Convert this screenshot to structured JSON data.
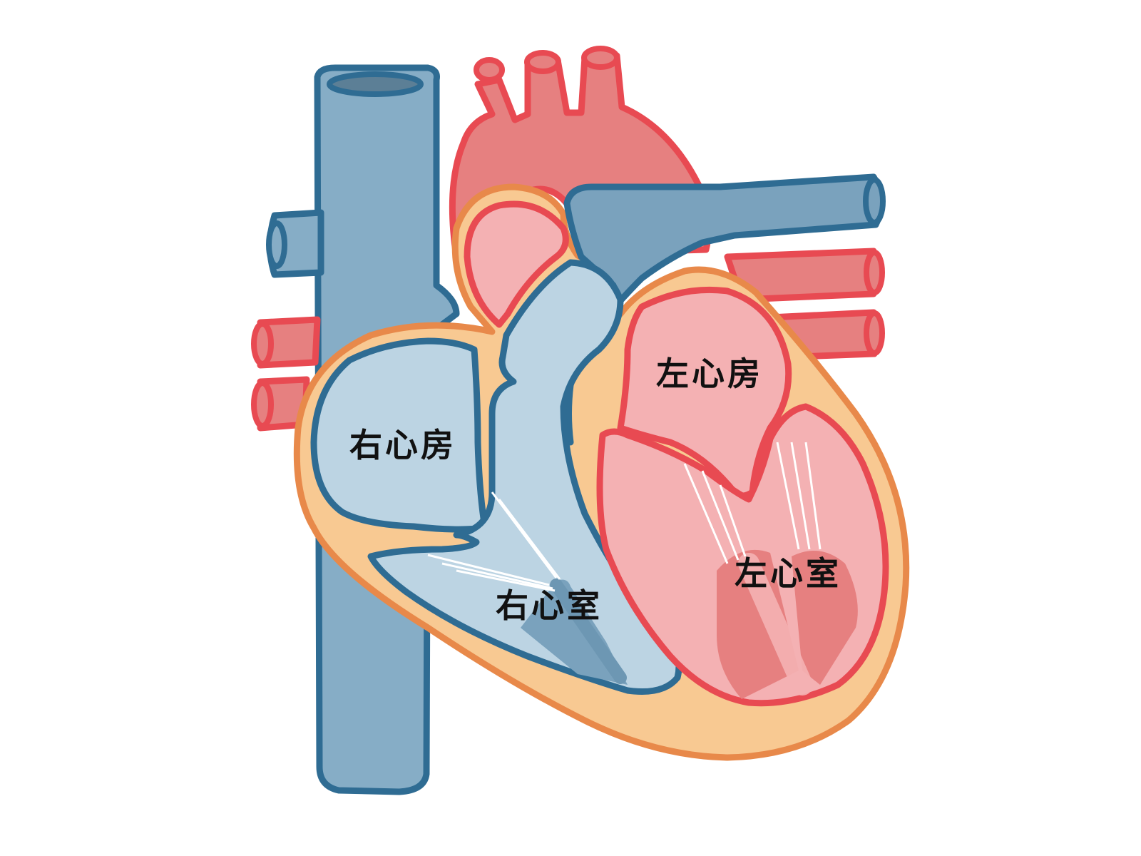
{
  "labels": {
    "right_atrium": "右心房",
    "right_ventricle": "右心室",
    "left_atrium": "左心房",
    "left_ventricle": "左心室"
  },
  "colors": {
    "vein_fill": "#86adc6",
    "vein_dark": "#7aa2bd",
    "vein_light": "#bcd4e3",
    "vein_stroke": "#2f6c93",
    "artery_fill": "#e68080",
    "artery_light": "#f4b1b3",
    "artery_stroke": "#e84a52",
    "muscle_fill": "#f8c992",
    "muscle_stroke": "#e8894a",
    "background": "#ffffff"
  }
}
